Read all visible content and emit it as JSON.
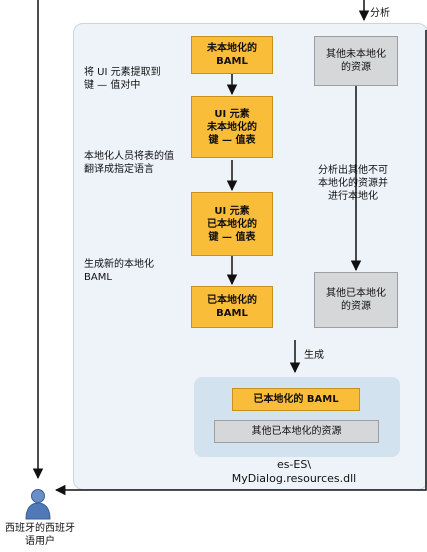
{
  "diagram": {
    "top_label": "分析",
    "boxes": {
      "unlocalized_baml": "未本地化的\nBAML",
      "ui_table_unlocalized": "UI 元素\n未本地化的\n键 — 值表",
      "ui_table_localized": "UI 元素\n已本地化的\n键 — 值表",
      "localized_baml": "已本地化的\nBAML",
      "other_unlocalized": "其他未本地化\n的资源",
      "other_localized": "其他已本地化\n的资源",
      "final_localized_baml": "已本地化的 BAML",
      "final_other_localized": "其他已本地化的资源"
    },
    "notes": {
      "extract": "将 UI 元素提取到\n键 — 值对中",
      "translate": "本地化人员将表的值\n翻译成指定语言",
      "generate": "生成新的本地化\nBAML",
      "analyze_other": "分析出其他不可\n本地化的资源并\n进行本地化"
    },
    "generate_label": "生成",
    "dll_name": "es-ES\\\nMyDialog.resources.dll",
    "user_label": "西班牙的西班牙\n语用户",
    "colors": {
      "orange": "#f9bd3a",
      "gray": "#d6d7d8",
      "panel": "#eef3f9",
      "inner_panel": "#d2e2ef"
    }
  }
}
